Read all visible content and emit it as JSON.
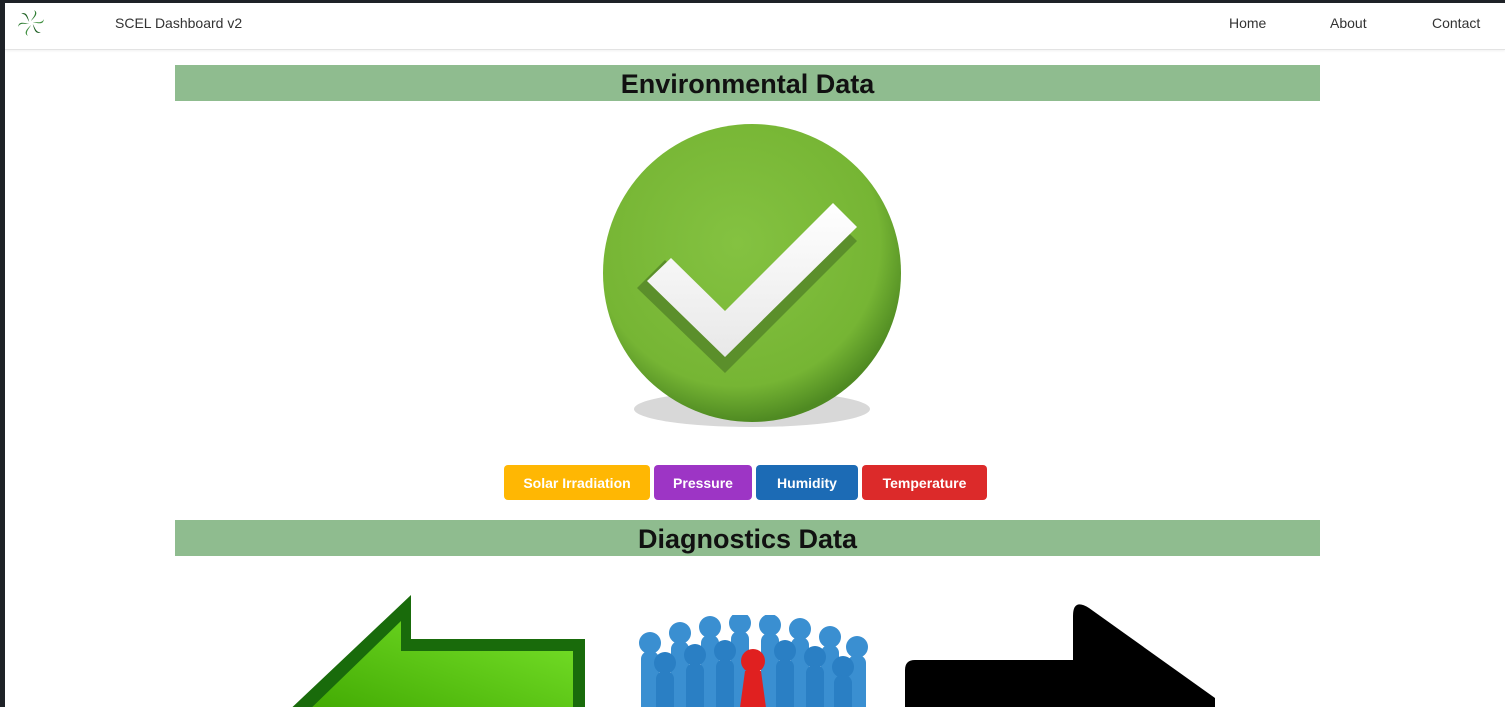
{
  "navbar": {
    "brand": "SCEL Dashboard v2",
    "links": [
      "Home",
      "About",
      "Contact"
    ],
    "logo_icon": "swirl-logo-icon"
  },
  "environmental": {
    "title": "Environmental Data",
    "status_icon": "green-check-icon",
    "buttons": [
      {
        "label": "Solar Irradiation",
        "color": "#ffb703"
      },
      {
        "label": "Pressure",
        "color": "#9d35c5"
      },
      {
        "label": "Humidity",
        "color": "#1c6bb5"
      },
      {
        "label": "Temperature",
        "color": "#dc2a2a"
      }
    ]
  },
  "diagnostics": {
    "title": "Diagnostics Data",
    "images": [
      "green-left-arrow-icon",
      "crowd-figures-image",
      "black-right-arrow-icon"
    ]
  },
  "colors": {
    "section_header_bg": "#8fbc8f",
    "check_green": "#7bb83a"
  }
}
